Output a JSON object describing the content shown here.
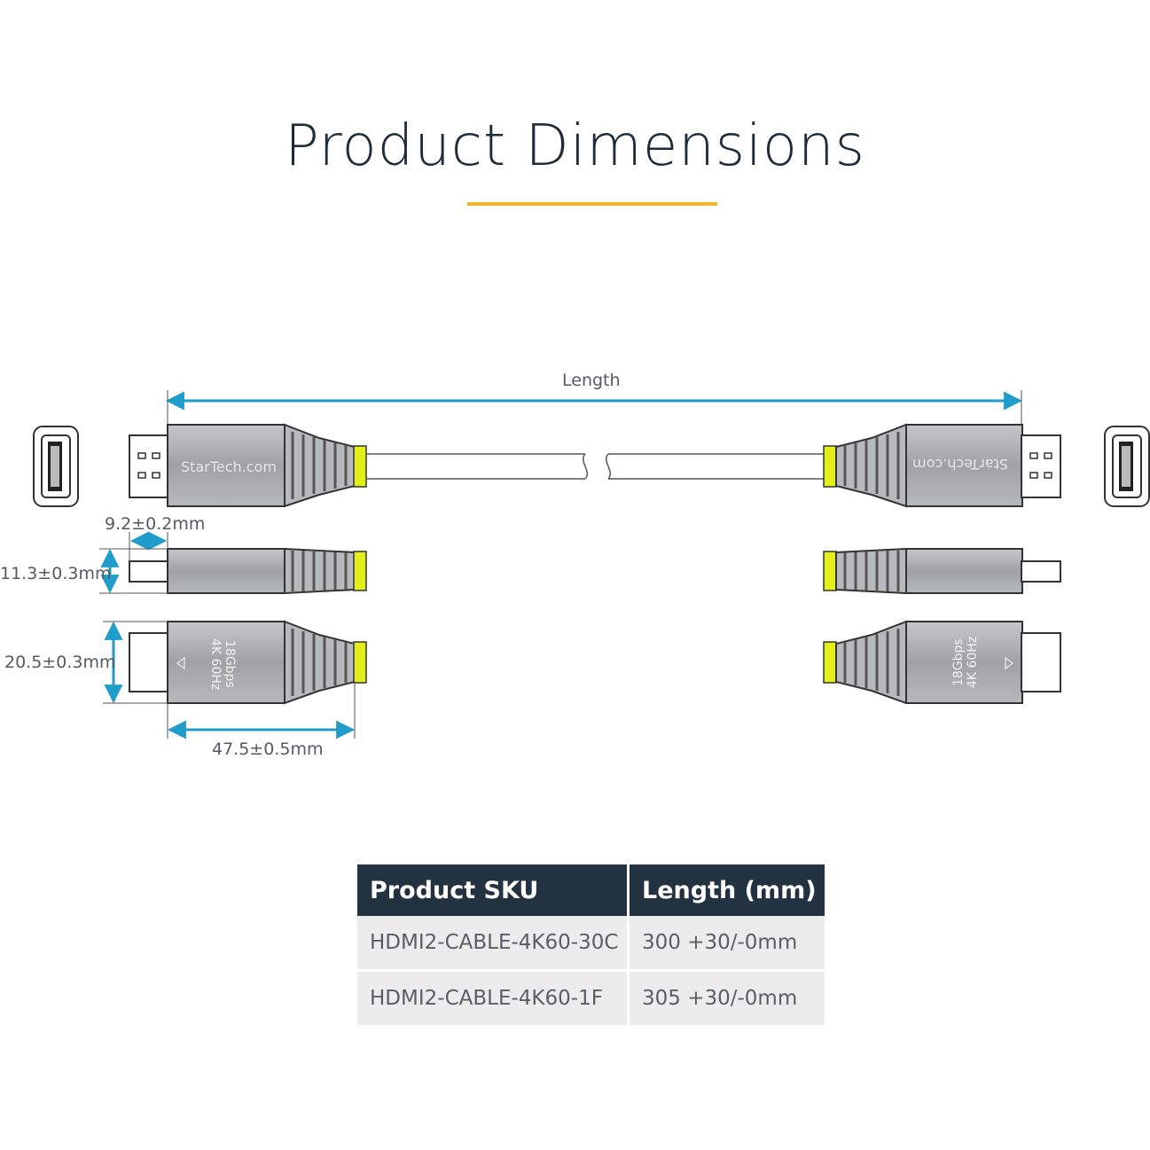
{
  "header": {
    "title": "Product Dimensions"
  },
  "diagram": {
    "length_label": "Length",
    "brand_top_left": "StarTech.com",
    "brand_top_right": "StarTech.com",
    "side_text_line1": "4K 60Hz",
    "side_text_line2": "18Gbps",
    "dim_plug_depth": "9.2±0.2mm",
    "dim_thickness": "11.3±0.3mm",
    "dim_width": "20.5±0.3mm",
    "dim_connector_length": "47.5±0.5mm",
    "colors": {
      "dimension_line": "#1f9cc9",
      "strain_relief_tip": "#e4ee1a",
      "accent": "#f2b52a",
      "housing": "#a8acb0"
    }
  },
  "table": {
    "headers": [
      "Product SKU",
      "Length (mm)"
    ],
    "rows": [
      [
        "HDMI2-CABLE-4K60-30C",
        "300 +30/-0mm"
      ],
      [
        "HDMI2-CABLE-4K60-1F",
        "305 +30/-0mm"
      ]
    ]
  }
}
